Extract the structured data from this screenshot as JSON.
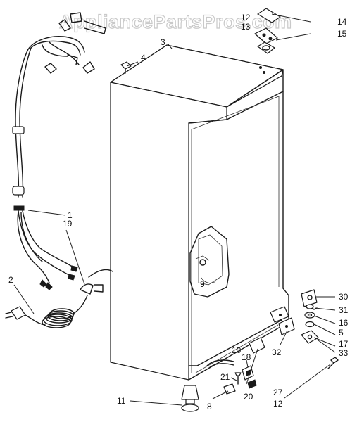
{
  "watermark": "AppliancePartsPros.com",
  "callouts": [
    {
      "id": "c1",
      "text": "1"
    },
    {
      "id": "c2",
      "text": "2"
    },
    {
      "id": "c3",
      "text": "3"
    },
    {
      "id": "c4",
      "text": "4"
    },
    {
      "id": "c5",
      "text": "5"
    },
    {
      "id": "c8",
      "text": "8"
    },
    {
      "id": "c9",
      "text": "9"
    },
    {
      "id": "c10",
      "text": "10"
    },
    {
      "id": "c11",
      "text": "11"
    },
    {
      "id": "c12a",
      "text": "12"
    },
    {
      "id": "c12b",
      "text": "12"
    },
    {
      "id": "c13",
      "text": "13"
    },
    {
      "id": "c14",
      "text": "14"
    },
    {
      "id": "c15",
      "text": "15"
    },
    {
      "id": "c16",
      "text": "16"
    },
    {
      "id": "c17",
      "text": "17"
    },
    {
      "id": "c18",
      "text": "18"
    },
    {
      "id": "c19",
      "text": "19"
    },
    {
      "id": "c20",
      "text": "20"
    },
    {
      "id": "c21",
      "text": "21"
    },
    {
      "id": "c27",
      "text": "27"
    },
    {
      "id": "c30",
      "text": "30"
    },
    {
      "id": "c31",
      "text": "31"
    },
    {
      "id": "c32",
      "text": "32"
    },
    {
      "id": "c33",
      "text": "33"
    }
  ]
}
